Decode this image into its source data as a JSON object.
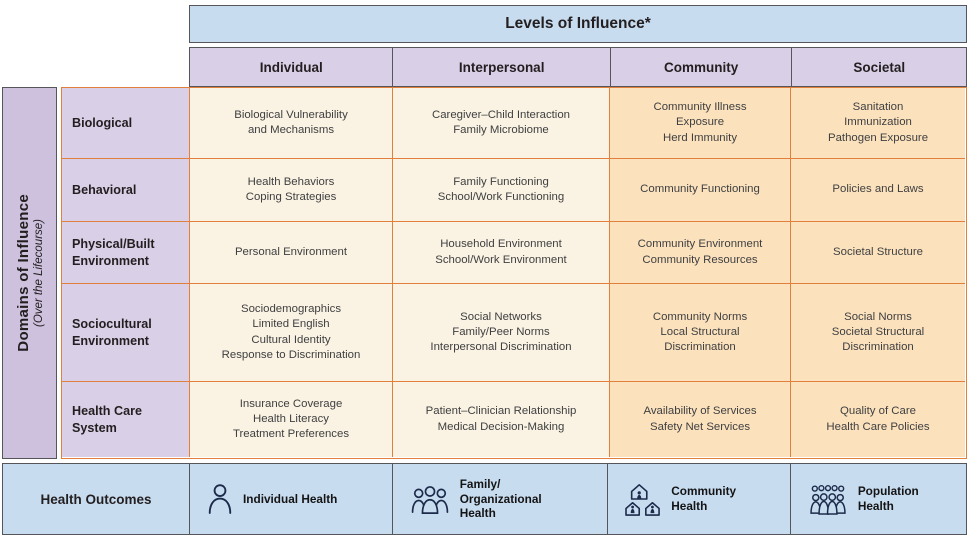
{
  "title": "Levels of Influence*",
  "columns": [
    "Individual",
    "Interpersonal",
    "Community",
    "Societal"
  ],
  "domains": {
    "title": "Domains of Influence",
    "subtitle": "(Over the Lifecourse)"
  },
  "rows": [
    {
      "label": "Biological",
      "cells": [
        "Biological Vulnerability\nand Mechanisms",
        "Caregiver–Child Interaction\nFamily Microbiome",
        "Community Illness\nExposure\nHerd Immunity",
        "Sanitation\nImmunization\nPathogen Exposure"
      ]
    },
    {
      "label": "Behavioral",
      "cells": [
        "Health Behaviors\nCoping Strategies",
        "Family Functioning\nSchool/Work Functioning",
        "Community Functioning",
        "Policies and Laws"
      ]
    },
    {
      "label": "Physical/Built\nEnvironment",
      "cells": [
        "Personal Environment",
        "Household Environment\nSchool/Work Environment",
        "Community Environment\nCommunity Resources",
        "Societal Structure"
      ]
    },
    {
      "label": "Sociocultural\nEnvironment",
      "cells": [
        "Sociodemographics\nLimited English\nCultural Identity\nResponse to Discrimination",
        "Social Networks\nFamily/Peer Norms\nInterpersonal Discrimination",
        "Community Norms\nLocal Structural\nDiscrimination",
        "Social Norms\nSocietal Structural\nDiscrimination"
      ]
    },
    {
      "label": "Health Care\nSystem",
      "cells": [
        "Insurance Coverage\nHealth Literacy\nTreatment Preferences",
        "Patient–Clinician Relationship\nMedical Decision-Making",
        "Availability of Services\nSafety Net Services",
        "Quality of Care\nHealth Care Policies"
      ]
    }
  ],
  "outcomes": {
    "label": "Health Outcomes",
    "items": [
      {
        "icon": "individual-person-icon",
        "label": "Individual Health"
      },
      {
        "icon": "family-group-icon",
        "label": "Family/\nOrganizational\nHealth"
      },
      {
        "icon": "community-houses-icon",
        "label": "Community\nHealth"
      },
      {
        "icon": "population-crowd-icon",
        "label": "Population\nHealth"
      }
    ]
  },
  "colors": {
    "header_blue": "#c8dcf0",
    "lavender": "#d9cfe6",
    "strip_purple": "#cdc1dd",
    "cream": "#faf3e3",
    "peach": "#fbe2bd",
    "grid_orange": "#e0803c",
    "border_dark": "#56565a"
  }
}
